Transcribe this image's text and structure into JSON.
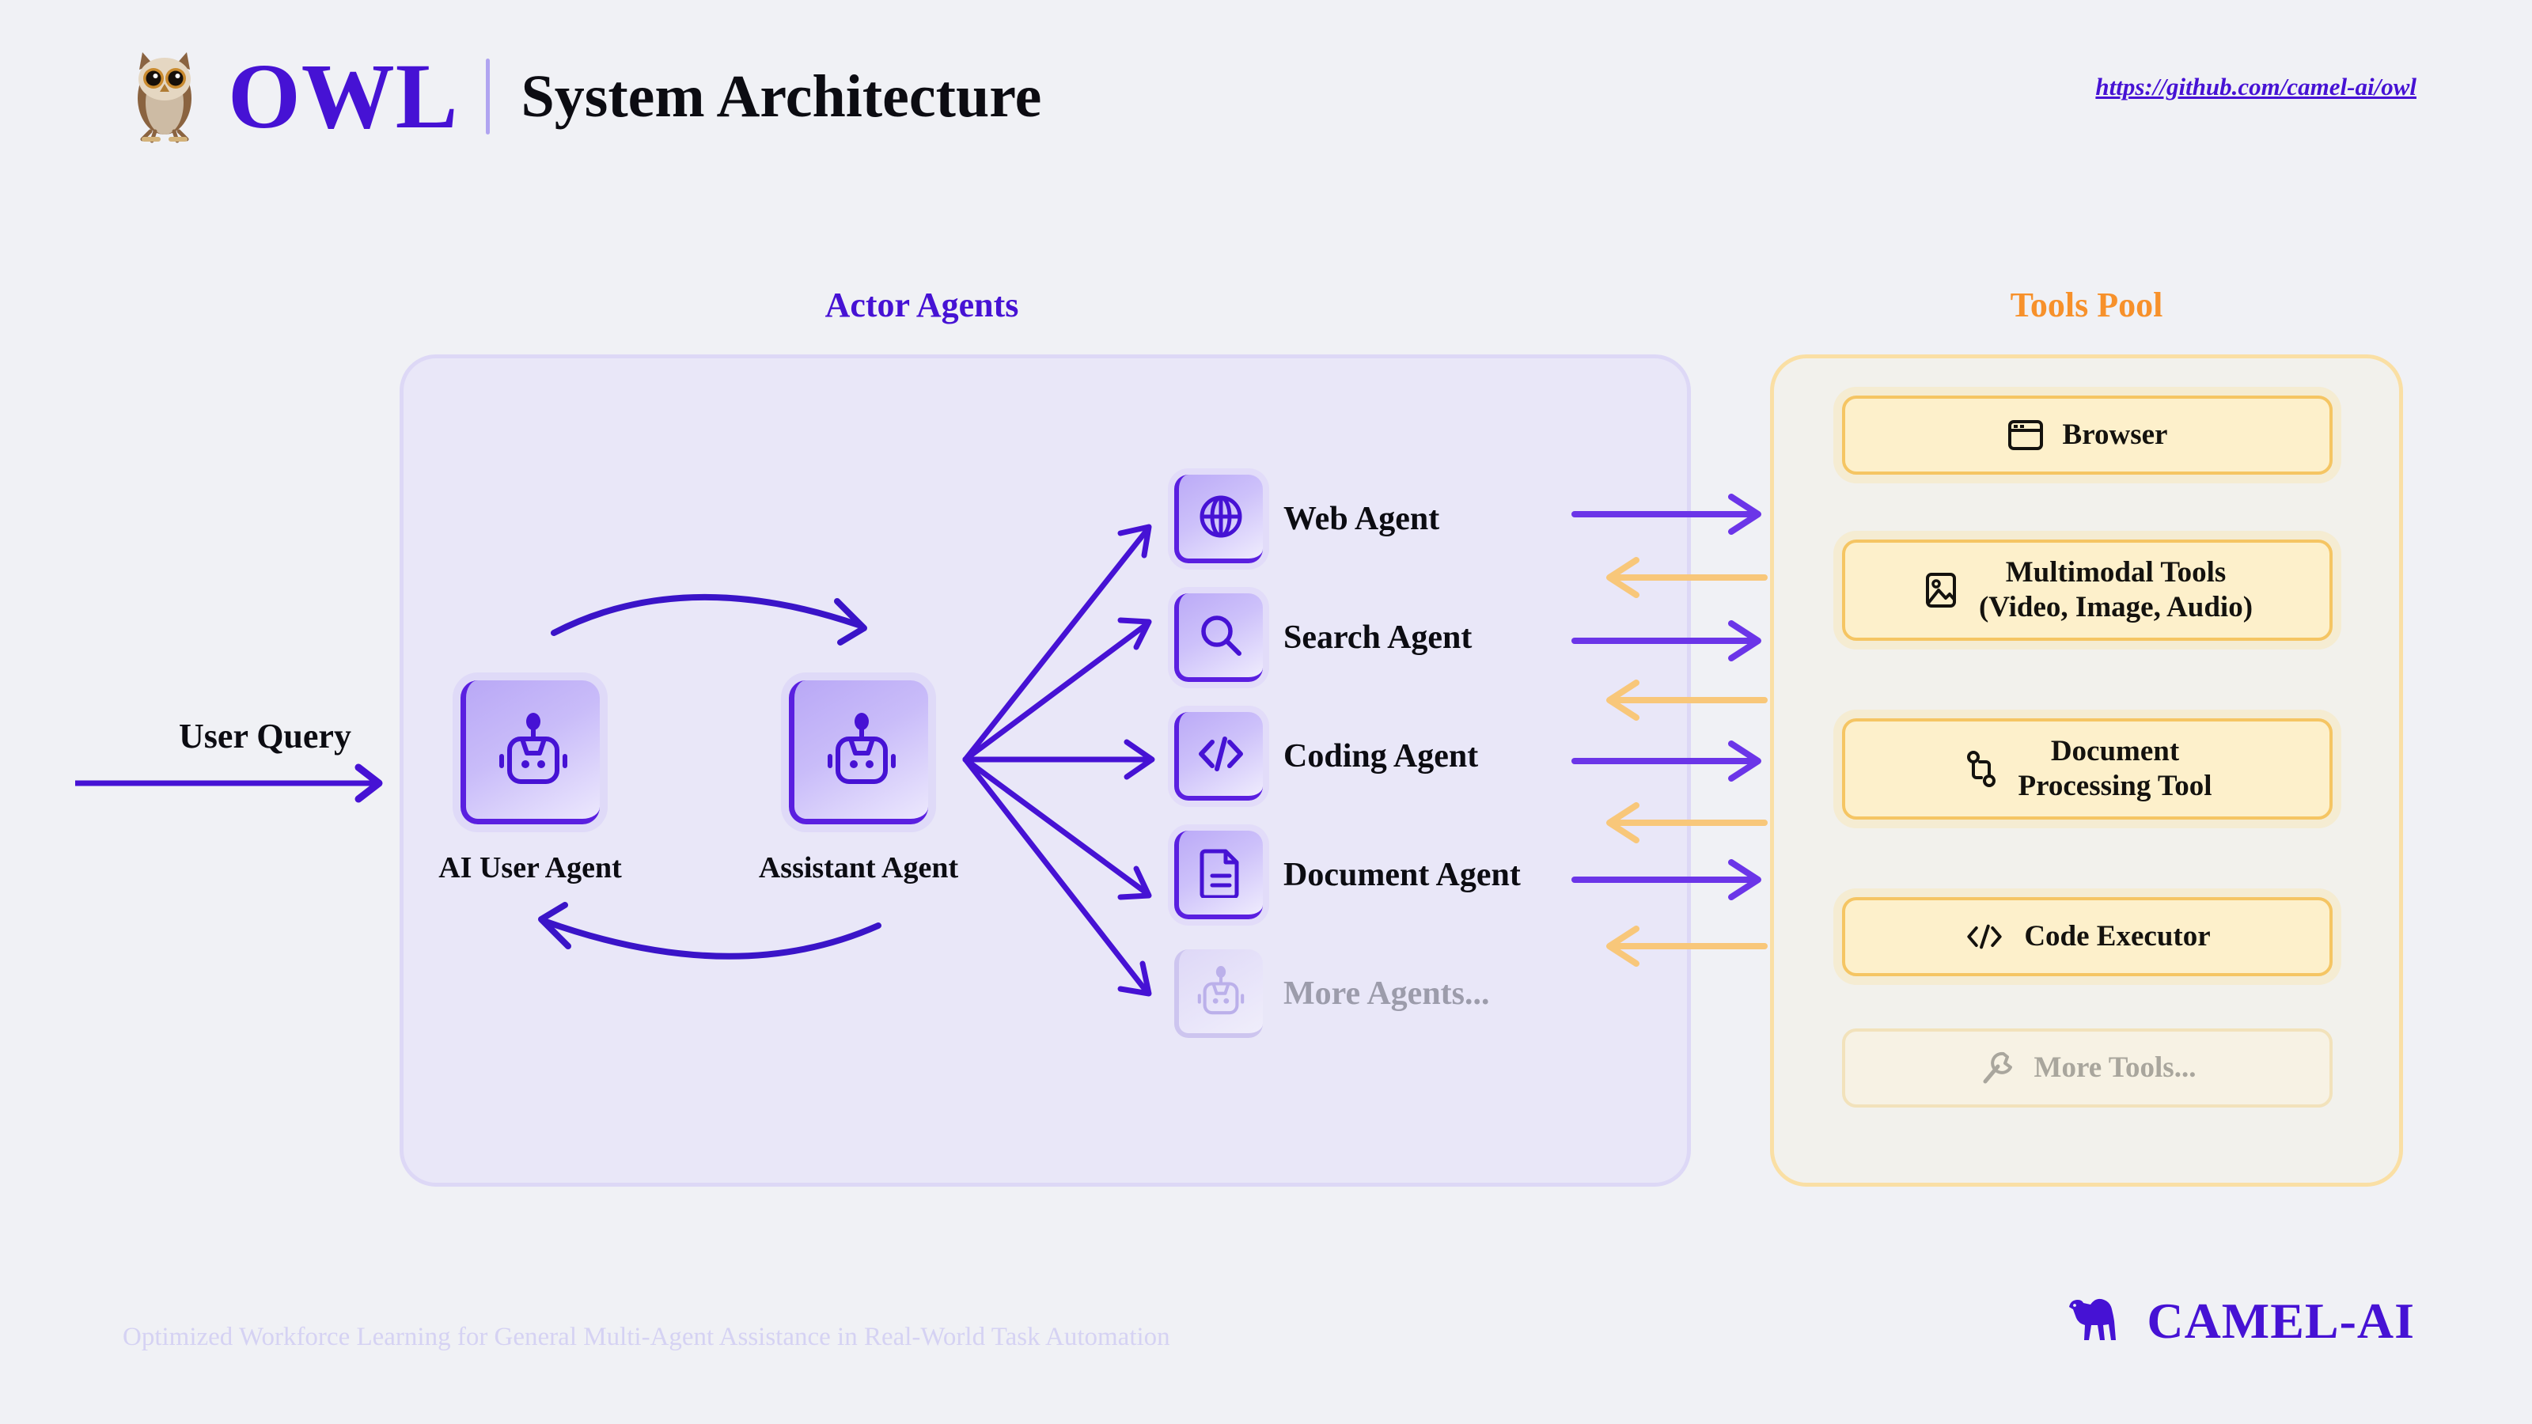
{
  "header": {
    "brand": "OWL",
    "subtitle": "System Architecture",
    "repo_url": "https://github.com/camel-ai/owl",
    "owl_icon": "owl-icon",
    "brand_color": "#4612d4"
  },
  "flow": {
    "user_query_label": "User Query",
    "user_query_arrow": "arrow-right-icon"
  },
  "actor_section": {
    "heading": "Actor Agents",
    "heading_color": "#4612d4",
    "loop": {
      "forward_arrow": "curved-arrow-right-icon",
      "return_arrow": "curved-arrow-left-icon",
      "agents": [
        {
          "label": "AI User Agent",
          "icon": "robot-icon"
        },
        {
          "label": "Assistant Agent",
          "icon": "robot-icon"
        }
      ]
    },
    "agents": [
      {
        "label": "Web Agent",
        "icon": "globe-icon",
        "muted": false
      },
      {
        "label": "Search Agent",
        "icon": "search-icon",
        "muted": false
      },
      {
        "label": "Coding Agent",
        "icon": "code-icon",
        "muted": false
      },
      {
        "label": "Document Agent",
        "icon": "document-icon",
        "muted": false
      },
      {
        "label": "More Agents...",
        "icon": "robot-icon",
        "muted": true
      }
    ]
  },
  "tools_section": {
    "heading": "Tools Pool",
    "heading_color": "#f7912b",
    "tools": [
      {
        "label": "Browser",
        "icon": "browser-icon",
        "muted": false
      },
      {
        "label": "Multimodal Tools\n(Video, Image, Audio)",
        "line1": "Multimodal Tools",
        "line2": "(Video, Image, Audio)",
        "icon": "image-icon",
        "muted": false
      },
      {
        "label": "Document\nProcessing Tool",
        "line1": "Document",
        "line2": "Processing Tool",
        "icon": "git-branch-icon",
        "muted": false
      },
      {
        "label": "Code Executor",
        "icon": "code-icon",
        "muted": false
      },
      {
        "label": "More Tools...",
        "icon": "wrench-icon",
        "muted": true
      }
    ]
  },
  "connections": {
    "agent_to_tool_arrow": "arrow-right-icon",
    "tool_to_agent_arrow": "arrow-left-icon",
    "agent_to_tool_color": "#6b35e8",
    "tool_to_agent_color": "#f8c77a"
  },
  "footer": {
    "tagline": "Optimized Workforce Learning for General Multi-Agent Assistance in Real-World Task Automation",
    "logo_text": "CAMEL-AI",
    "logo_icon": "camel-icon"
  }
}
